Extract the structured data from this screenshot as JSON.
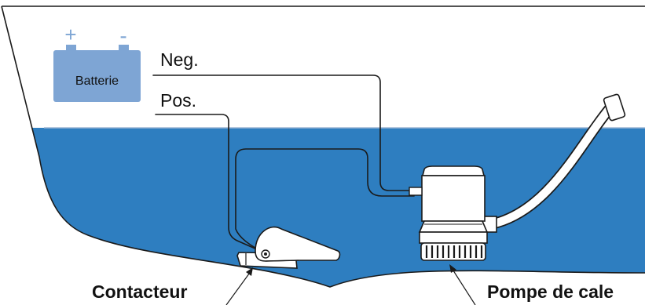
{
  "battery": {
    "label": "Batterie",
    "plus_symbol": "+",
    "minus_symbol": "-",
    "color": "#7EA5D4"
  },
  "wires": {
    "neg_label": "Neg.",
    "pos_label": "Pos."
  },
  "callouts": {
    "switch_label": "Contacteur",
    "pump_label": "Pompe de cale"
  },
  "colors": {
    "water": "#2E7EC0",
    "hull_outline": "#1a1a1a",
    "pump_body": "#ffffff"
  },
  "icons": {
    "battery": "battery-icon",
    "float_switch": "float-switch-icon",
    "bilge_pump": "bilge-pump-icon",
    "hose": "hose-icon"
  }
}
